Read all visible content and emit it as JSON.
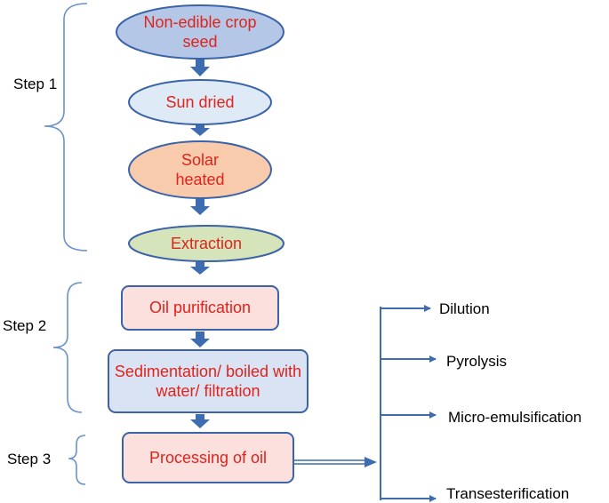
{
  "steps": [
    "Step 1",
    "Step 2",
    "Step 3"
  ],
  "nodes": {
    "seed": "Non-edible crop seed",
    "sun": "Sun dried",
    "solar": "Solar heated",
    "extraction": "Extraction",
    "purification": "Oil purification",
    "sedimentation": "Sedimentation/ boiled with water/ filtration",
    "processing": "Processing of oil"
  },
  "outputs": [
    "Dilution",
    "Pyrolysis",
    "Micro-emulsification",
    "Transesterification"
  ],
  "colors": {
    "text_red": "#e0231c",
    "arrow_blue": "#3d6db0",
    "bracket_blue": "#6a93c9",
    "seed_fill": "#b4c7e7",
    "sun_fill": "#deebf7",
    "solar_fill": "#f8cbad",
    "extraction_fill": "#d6e4bc",
    "pink_fill": "#fbe0dd",
    "blue_fill": "#dae3f3",
    "border": "#3a63a8"
  }
}
